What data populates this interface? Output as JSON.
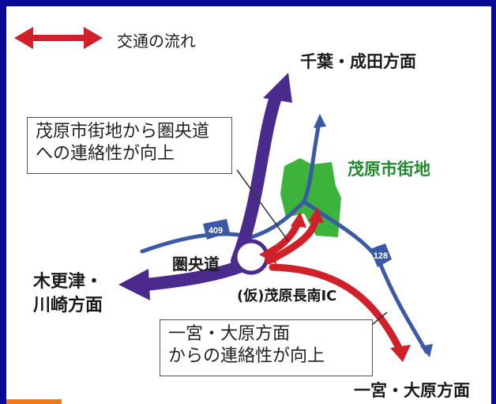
{
  "legend": {
    "label": "交通の流れ",
    "color": "#d0202a"
  },
  "labels": {
    "chiba_narita": "千葉・成田方面",
    "mobara_center": "茂原市街地",
    "kisarazu_line1": "木更津・",
    "kisarazu_line2": "川崎方面",
    "ken_o_do": "圏央道",
    "ic_name": "(仮)茂原長南IC",
    "ichinomiya": "一宮・大原方面"
  },
  "callouts": {
    "top_line1": "茂原市街地から圏央道",
    "top_line2": "への連絡性が向上",
    "bottom_line1": "一宮・大原方面",
    "bottom_line2": "からの連絡性が向上"
  },
  "route_badges": {
    "r409": "409",
    "r128": "128"
  },
  "colors": {
    "frame": "#0a0a96",
    "purple_road": "#4a2a8c",
    "red_flow": "#d0202a",
    "blue_road": "#3a5aa8",
    "green_area": "#3cb43c"
  }
}
